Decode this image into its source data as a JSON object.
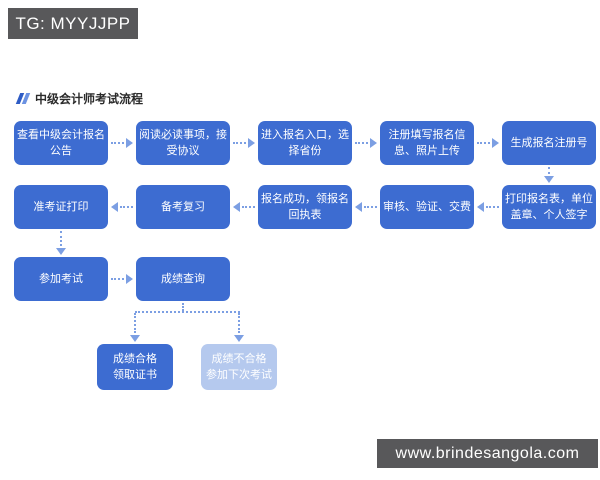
{
  "page": {
    "tg_badge": "TG: MYYJJPP",
    "website_badge": "www.brindesangola.com",
    "title": "中级会计师考试流程"
  },
  "colors": {
    "box_blue": "#3d6cd1",
    "box_light_blue": "#b5c9ee",
    "arrow_blue": "#7c9fe3",
    "badge_gray": "#58585a",
    "title_text": "#2b2b2b"
  },
  "flowchart": {
    "steps": [
      {
        "id": "view-announcement",
        "label": "查看中级会计报名\n公告"
      },
      {
        "id": "read-notices-agree",
        "label": "阅读必读事项，接\n受协议"
      },
      {
        "id": "enter-portal-province",
        "label": "进入报名入口，选\n择省份"
      },
      {
        "id": "register-info-photo",
        "label": "注册填写报名信\n息、照片上传"
      },
      {
        "id": "generate-reg-number",
        "label": "生成报名注册号"
      },
      {
        "id": "print-form-stamp-sign",
        "label": "打印报名表，单位\n盖章、个人签字"
      },
      {
        "id": "review-verify-pay",
        "label": "审核、验证、交费"
      },
      {
        "id": "success-receipt",
        "label": "报名成功，领报名\n回执表"
      },
      {
        "id": "prepare-review",
        "label": "备考复习"
      },
      {
        "id": "print-admission-ticket",
        "label": "准考证打印"
      },
      {
        "id": "take-exam",
        "label": "参加考试"
      },
      {
        "id": "score-inquiry",
        "label": "成绩查询"
      },
      {
        "id": "pass-get-certificate",
        "label": "成绩合格\n领取证书"
      },
      {
        "id": "fail-next-exam",
        "label": "成绩不合格\n参加下次考试"
      }
    ]
  }
}
